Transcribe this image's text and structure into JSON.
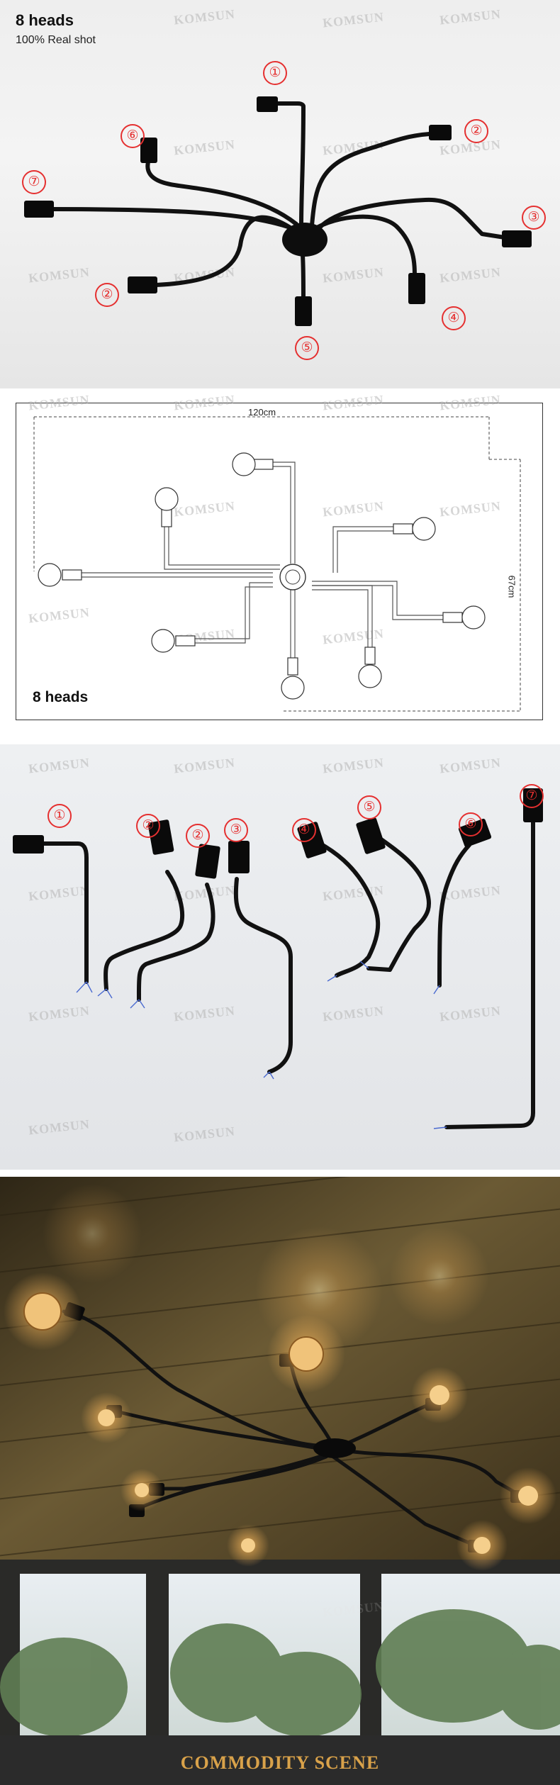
{
  "photo1": {
    "title": "8 heads",
    "subtitle": "100% Real shot",
    "markers": [
      "①",
      "②",
      "③",
      "④",
      "⑤",
      "②",
      "⑦",
      "⑥"
    ]
  },
  "diagram": {
    "width_label": "120cm",
    "height_label": "67cm",
    "heads_label": "8 heads"
  },
  "photo2": {
    "markers": [
      "①",
      "②",
      "②",
      "③",
      "④",
      "⑤",
      "⑥",
      "⑦"
    ]
  },
  "watermark": "KOMSUN",
  "footer": {
    "label": "COMMODITY SCENE"
  },
  "colors": {
    "marker": "#e53030",
    "metal": "#111111",
    "footer_text": "#d9a24a"
  }
}
